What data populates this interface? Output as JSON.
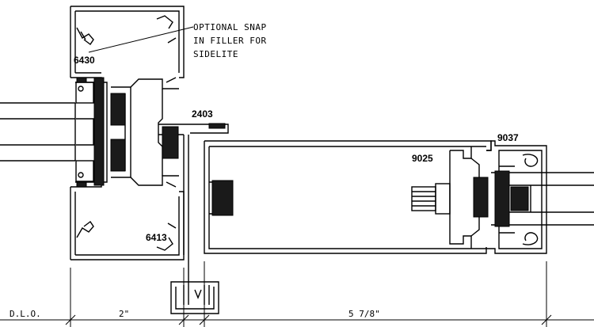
{
  "note": {
    "lines": [
      "OPTIONAL SNAP",
      "IN FILLER FOR",
      "SIDELITE"
    ]
  },
  "part_labels": {
    "p6430": "6430",
    "p2403": "2403",
    "p9025": "9025",
    "p9037": "9037",
    "p6413": "6413"
  },
  "dimensions": {
    "dlo": "D.L.O.",
    "two_inch": "2\"",
    "five_seven_eighths": "5 7/8\""
  },
  "colors": {
    "line": "#000000",
    "gasket": "#1a1a1a",
    "background": "#ffffff"
  }
}
